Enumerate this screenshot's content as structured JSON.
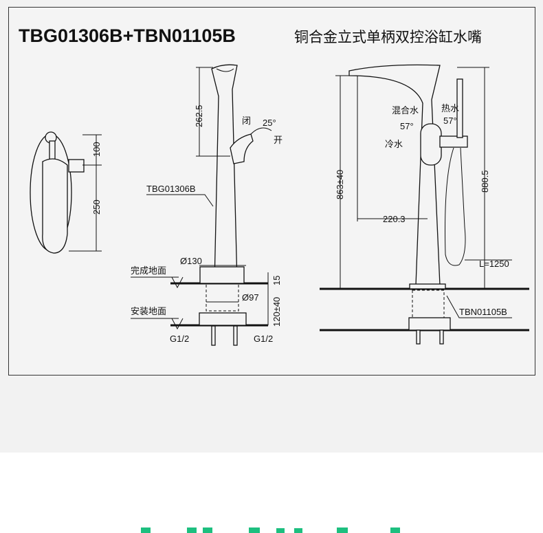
{
  "title": {
    "model": "TBG01306B+TBN01105B",
    "description": "铜合金立式单柄双控浴缸水嘴"
  },
  "side_view": {
    "dim_top": "100",
    "dim_height": "250"
  },
  "front_view": {
    "dim_spout": "262.5",
    "closed_label": "闭",
    "angle": "25°",
    "open_label": "开",
    "part_label": "TBG01306B",
    "finished_floor": "完成地面",
    "install_floor": "安装地面",
    "dia_outer": "Ø130",
    "dim_15": "15",
    "dia_inner": "Ø97",
    "dim_depth": "120±40",
    "thread_left": "G1/2",
    "thread_right": "G1/2"
  },
  "right_view": {
    "dim_height": "863±40",
    "dim_total": "880.5",
    "dim_reach": "220.3",
    "mixed_water": "混合水",
    "hot_water": "热水",
    "angle_left": "57°",
    "angle_right": "57°",
    "cold_water": "冷水",
    "hose_length": "L=1250",
    "part_label": "TBN01105B"
  },
  "colors": {
    "accent_green": "#1dbf7f",
    "line": "#111111"
  }
}
